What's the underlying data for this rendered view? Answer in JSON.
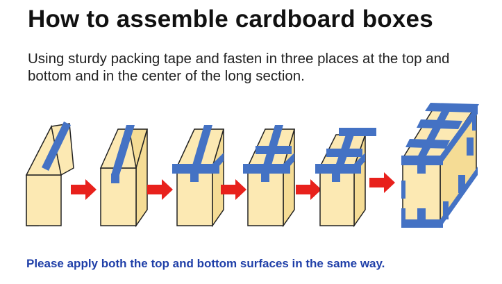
{
  "title": "How to assemble cardboard boxes",
  "subtitle": "Using sturdy packing tape and fasten in three places at the top and bottom and in the center of the long section.",
  "note": "Please apply both the top and bottom surfaces in the same way.",
  "colors": {
    "box_face": "#fce9b3",
    "box_outline": "#222222",
    "tape": "#4472c4",
    "arrow": "#e8211c",
    "note_text": "#1f3fa8"
  },
  "steps": [
    {
      "id": 1,
      "icon": "folded-box-icon"
    },
    {
      "id": 2,
      "icon": "box-tape-center-icon"
    },
    {
      "id": 3,
      "icon": "box-tape-bottom-icon"
    },
    {
      "id": 4,
      "icon": "box-tape-three-bands-icon"
    },
    {
      "id": 5,
      "icon": "box-tape-top-band-icon"
    },
    {
      "id": 6,
      "icon": "box-fully-taped-icon"
    }
  ]
}
